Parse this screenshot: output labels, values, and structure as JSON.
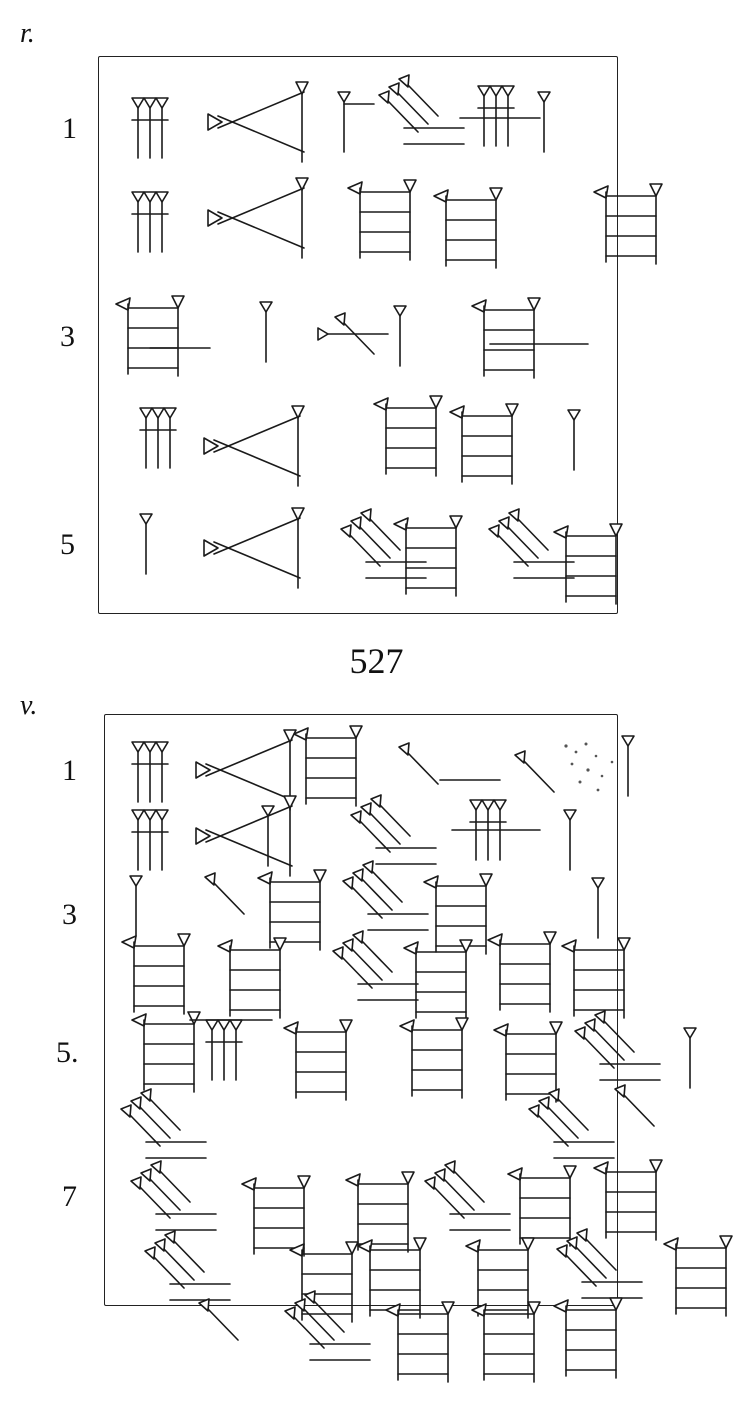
{
  "obverse": {
    "side_label": "r.",
    "line_numbers": [
      "1",
      "3",
      "5"
    ]
  },
  "tablet_number": "527",
  "reverse": {
    "side_label": "v.",
    "line_numbers": [
      "1",
      "3",
      "5.",
      "7"
    ]
  },
  "icons": [
    "cuneiform-sign-icon",
    "damaged-area-icon"
  ]
}
